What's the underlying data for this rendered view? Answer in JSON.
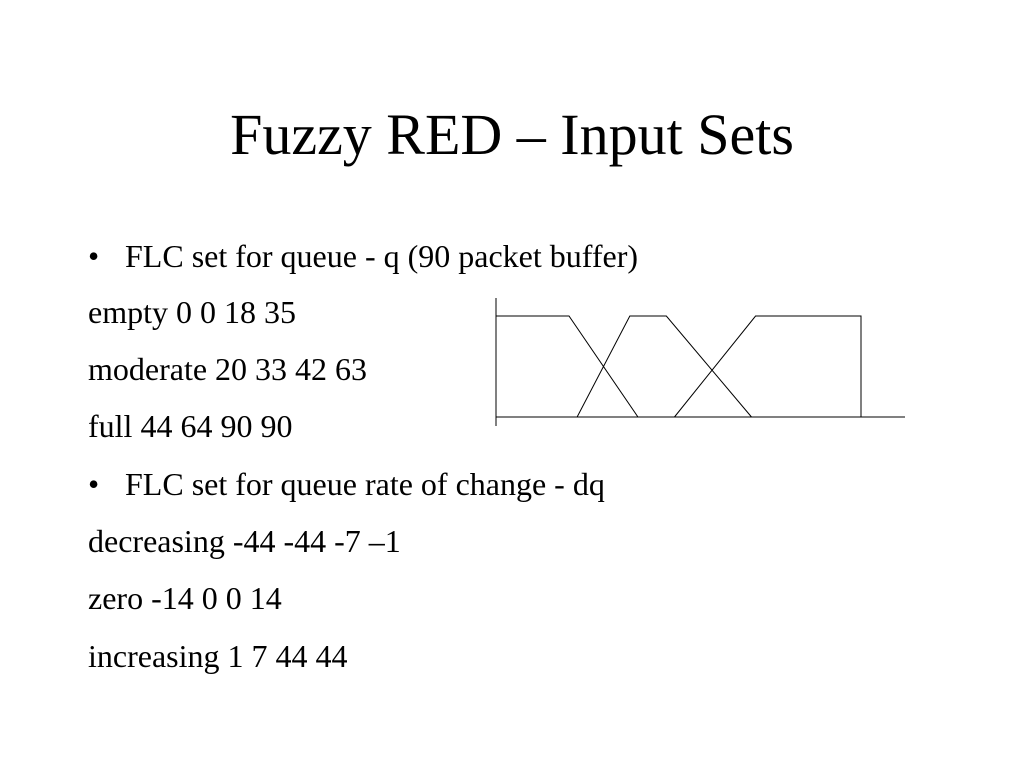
{
  "slide": {
    "title": "Fuzzy RED – Input Sets",
    "bullet_symbol": "•",
    "lines": [
      {
        "kind": "bullet",
        "text": "FLC set for queue - q (90 packet buffer)"
      },
      {
        "kind": "text",
        "text": "empty 0 0 18 35"
      },
      {
        "kind": "text",
        "text": "moderate 20 33 42 63"
      },
      {
        "kind": "text",
        "text": "full 44 64 90 90"
      },
      {
        "kind": "bullet",
        "text": "FLC set for queue rate of change - dq"
      },
      {
        "kind": "text",
        "text": "decreasing -44 -44 -7 –1"
      },
      {
        "kind": "text",
        "text": "zero -14 0 0 14"
      },
      {
        "kind": "text",
        "text": "increasing 1 7 44 44"
      }
    ]
  },
  "membership_diagram": {
    "stroke_color": "#000000",
    "sets": [
      {
        "set": "empty",
        "points": [
          0,
          0,
          18,
          35
        ]
      },
      {
        "set": "moderate",
        "points": [
          20,
          33,
          42,
          63
        ]
      },
      {
        "set": "full",
        "points": [
          44,
          64,
          90,
          90
        ]
      }
    ],
    "range": [
      0,
      90
    ]
  }
}
